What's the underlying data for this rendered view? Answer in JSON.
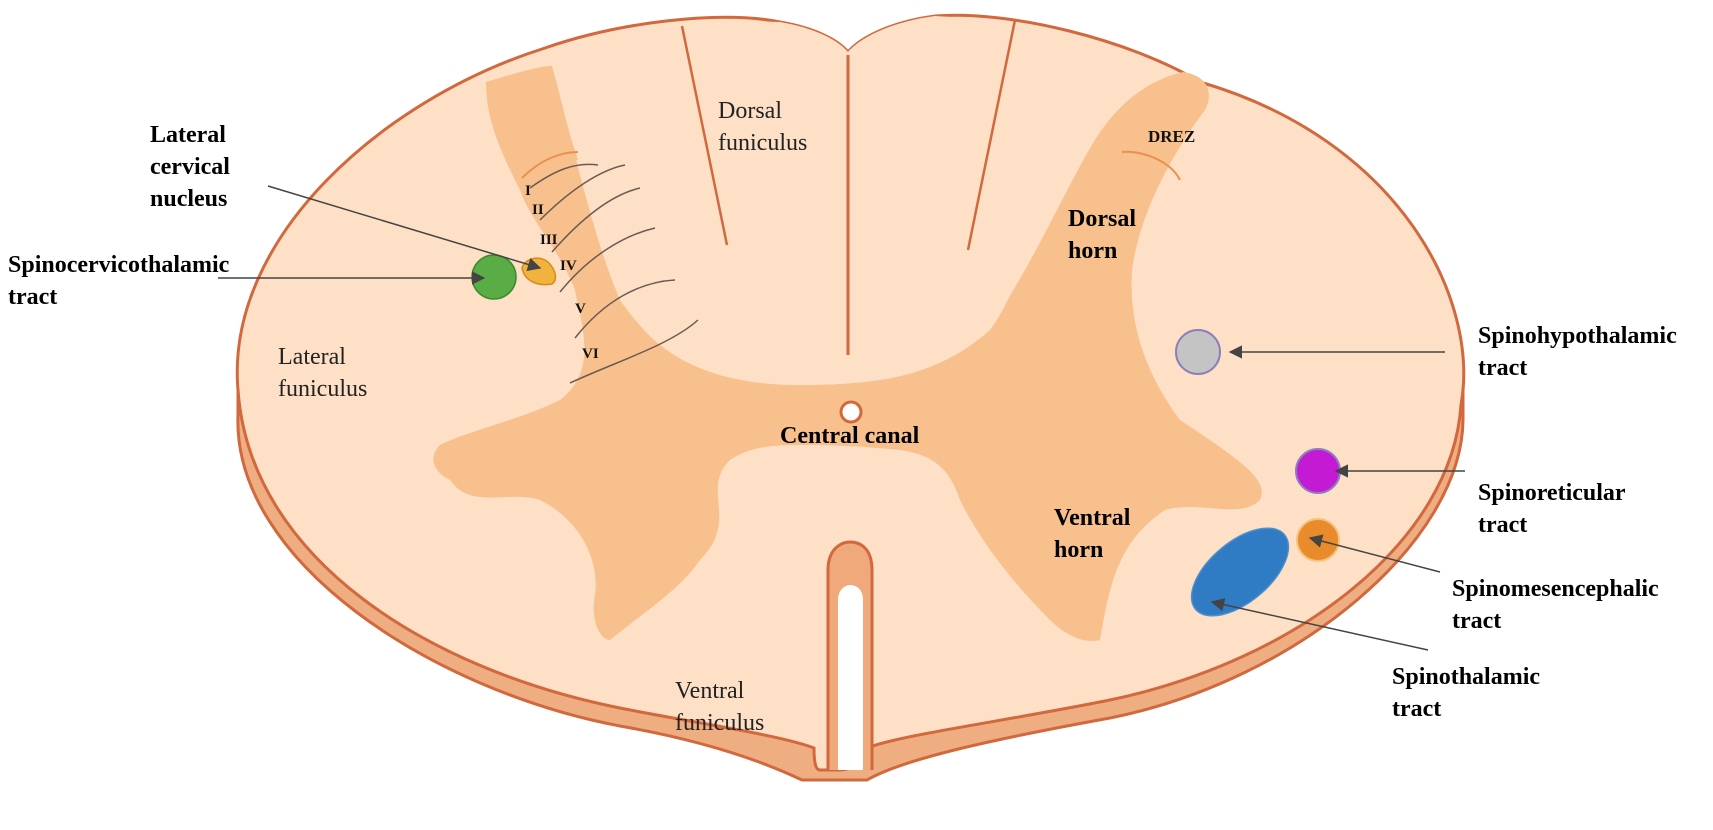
{
  "labels": {
    "lateral_cervical_nucleus": [
      "Lateral",
      "cervical",
      "nucleus"
    ],
    "spinocervicothalamic": [
      "Spinocervicothalamic",
      "tract"
    ],
    "lateral_funiculus": [
      "Lateral",
      "funiculus"
    ],
    "dorsal_funiculus": [
      "Dorsal",
      "funiculus"
    ],
    "drez": "DREZ",
    "dorsal_horn": [
      "Dorsal",
      "horn"
    ],
    "central_canal": "Central canal",
    "ventral_horn": [
      "Ventral",
      "horn"
    ],
    "ventral_funiculus": [
      "Ventral",
      "funiculus"
    ],
    "spinohypothalamic": [
      "Spinohypothalamic",
      "tract"
    ],
    "spinoreticular": [
      "Spinoreticular",
      "tract"
    ],
    "spinomesencephalic": [
      "Spinomesencephalic",
      "tract"
    ],
    "spinothalamic": [
      "Spinothalamic",
      "tract"
    ]
  },
  "laminae": [
    "I",
    "II",
    "III",
    "IV",
    "V",
    "VI"
  ],
  "colors": {
    "white_matter": "#fde0c6",
    "gray_matter": "#f8c08c",
    "outline": "#d2683d",
    "side": "#efad82",
    "spinocervicothalamic_tract": "#5aac44",
    "lateral_cervical_nucleus": "#f1b33e",
    "spinohypothalamic_tract": "#c4c4c4",
    "spinoreticular_tract": "#c51ad3",
    "spinomesencephalic_tract": "#e98b2a",
    "spinothalamic_tract": "#2f7cc4"
  }
}
